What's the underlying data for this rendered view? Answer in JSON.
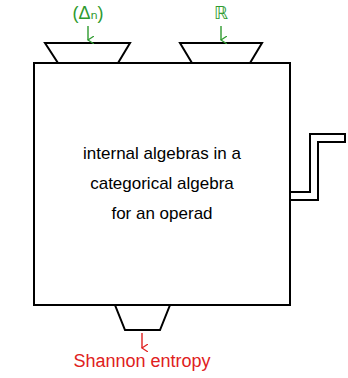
{
  "diagram": {
    "nodes": [
      {
        "text": [
          "internal algebras in a categorical algebra for an operad"
        ]
      }
    ],
    "labels": [
      "(Δₙ)",
      "ℝ",
      "Shannon entropy"
    ]
  }
}
